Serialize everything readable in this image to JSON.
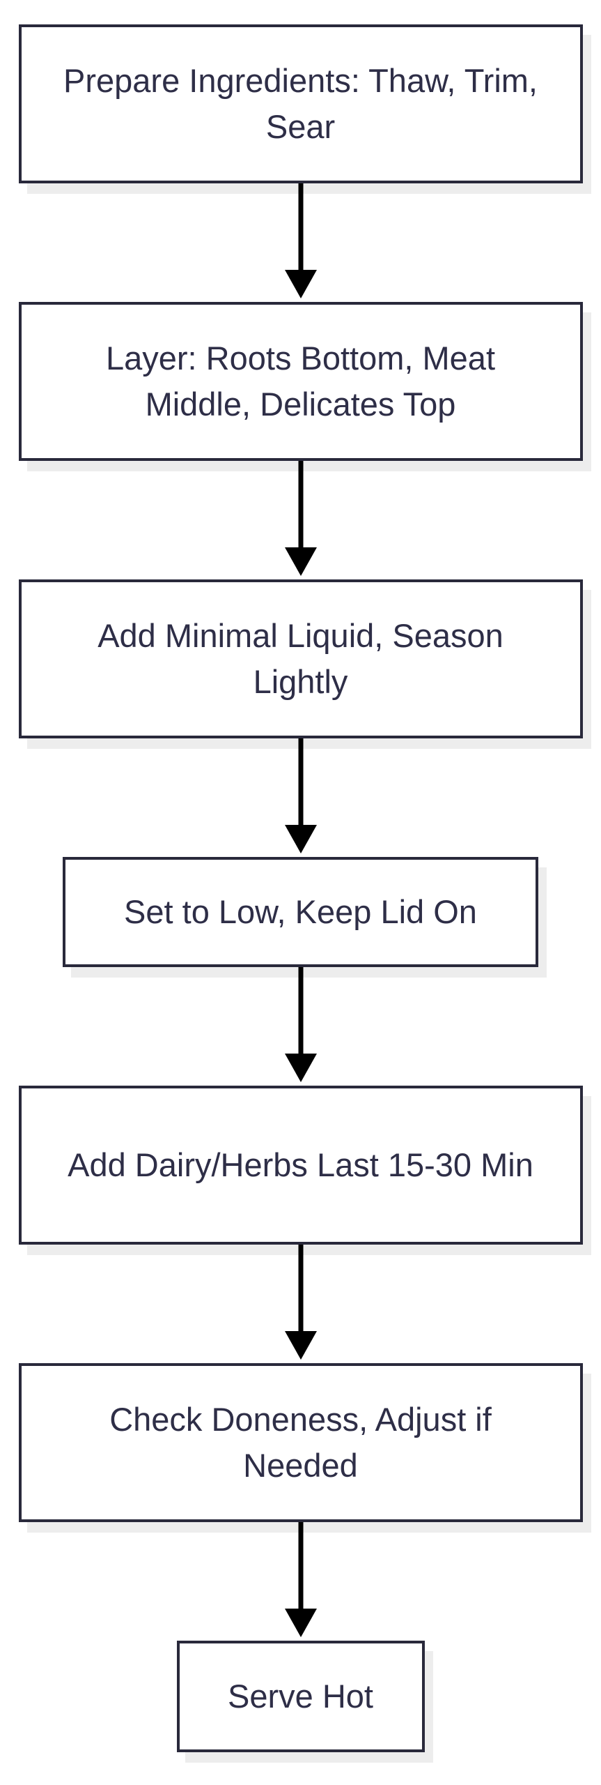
{
  "diagram": {
    "type": "flowchart",
    "direction": "top-down",
    "nodes": [
      {
        "id": "n1",
        "label": "Prepare Ingredients: Thaw, Trim, Sear"
      },
      {
        "id": "n2",
        "label": "Layer: Roots Bottom, Meat Middle, Delicates Top"
      },
      {
        "id": "n3",
        "label": "Add Minimal Liquid, Season Lightly"
      },
      {
        "id": "n4",
        "label": "Set to Low, Keep Lid On"
      },
      {
        "id": "n5",
        "label": "Add Dairy/Herbs Last 15-30 Min"
      },
      {
        "id": "n6",
        "label": "Check Doneness, Adjust if Needed"
      },
      {
        "id": "n7",
        "label": "Serve Hot"
      }
    ],
    "edges": [
      {
        "from": "n1",
        "to": "n2"
      },
      {
        "from": "n2",
        "to": "n3"
      },
      {
        "from": "n3",
        "to": "n4"
      },
      {
        "from": "n4",
        "to": "n5"
      },
      {
        "from": "n5",
        "to": "n6"
      },
      {
        "from": "n6",
        "to": "n7"
      }
    ],
    "colors": {
      "background": "#ffffff",
      "node_fill": "#ffffff",
      "node_border": "#29293b",
      "text": "#2e2e47",
      "arrow": "#000000",
      "shadow": "#ededed"
    }
  }
}
